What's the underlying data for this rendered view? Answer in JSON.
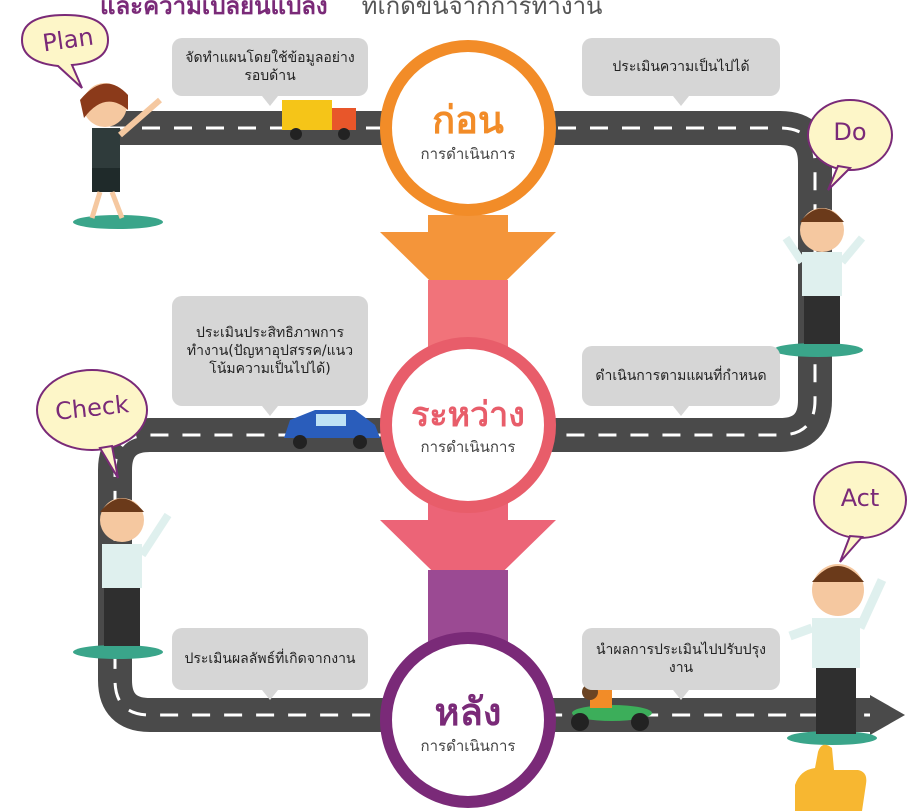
{
  "title": {
    "bold": "และความเปลี่ยนแปลง",
    "rest": "ที่เกิดขึ้นจากการทำงาน"
  },
  "stages": [
    {
      "label": "ก่อน",
      "sub": "การดำเนินการ",
      "color": "#f28c28"
    },
    {
      "label": "ระหว่าง",
      "sub": "การดำเนินการ",
      "color": "#e85d6a"
    },
    {
      "label": "หลัง",
      "sub": "การดำเนินการ",
      "color": "#7a2a78"
    }
  ],
  "tips": {
    "plan": "จัดทำแผนโดยใช้ข้อมูลอย่างรอบด้าน",
    "assess_feasibility": "ประเมินความเป็นไปได้",
    "assess_efficiency": "ประเมินประสิทธิภาพการทำงาน(ปัญหาอุปสรรค/แนวโน้มความเป็นไปได้)",
    "execute_plan": "ดำเนินการตามแผนที่กำหนด",
    "assess_results": "ประเมินผลลัพธ์ที่เกิดจากงาน",
    "apply_results": "นำผลการประเมินไปปรับปรุงงาน"
  },
  "bubbles": {
    "plan": "Plan",
    "do": "Do",
    "check": "Check",
    "act": "Act"
  },
  "colors": {
    "road": "#4a4a4a",
    "road_dash": "#ffffff",
    "bubble_fill": "#fdf6c8",
    "bubble_stroke": "#7a2a78",
    "tip_fill": "#d6d6d6"
  }
}
